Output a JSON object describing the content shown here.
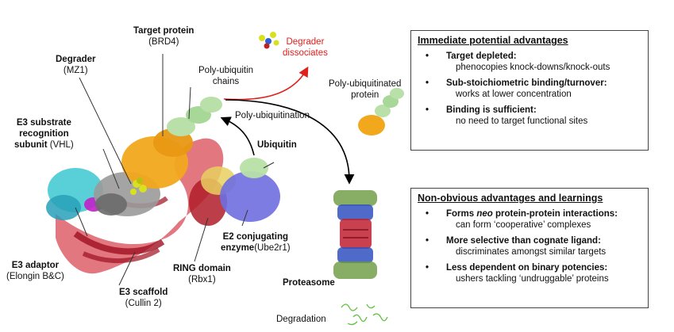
{
  "labels": {
    "target": {
      "bold": "Target protein",
      "sub": "(BRD4)"
    },
    "degrader": {
      "bold": "Degrader",
      "sub": "(MZ1)"
    },
    "e3_substrate": {
      "l1": "E3 substrate",
      "l2": "recognition",
      "l3": "subunit",
      "paren": "(VHL)"
    },
    "poly_chains": {
      "l1": "Poly-ubiquitin",
      "l2": "chains"
    },
    "degrader_dissociates": {
      "l1": "Degrader",
      "l2": "dissociates"
    },
    "poly_ubiquitinated": {
      "l1": "Poly-ubiquitinated",
      "l2": "protein"
    },
    "polyubiquitination": "Poly-ubiquitination",
    "ubiquitin": "Ubiquitin",
    "e3_adaptor": {
      "bold": "E3 adaptor",
      "sub": "(Elongin B&C)"
    },
    "e3_scaffold": {
      "bold": "E3 scaffold",
      "sub": "(Cullin 2)"
    },
    "ring_domain": {
      "bold": "RING domain",
      "sub": "(Rbx1)"
    },
    "e2": {
      "l1": "E2 conjugating",
      "l2": "enzyme",
      "paren": "(Ube2r1)"
    },
    "proteasome": "Proteasome",
    "degradation": "Degradation"
  },
  "box_immediate": {
    "title": "Immediate potential advantages",
    "items": [
      {
        "head": "Target depleted:",
        "detail": "phenocopies knock-downs/knock-outs"
      },
      {
        "head": "Sub-stoichiometric binding/turnover:",
        "detail": "works at lower concentration"
      },
      {
        "head": "Binding is sufficient:",
        "detail": "no need to target functional sites"
      }
    ]
  },
  "box_nonobvious": {
    "title": "Non-obvious advantages and learnings",
    "items": [
      {
        "head_pre": "Forms ",
        "head_em": "neo",
        "head_post": " protein-protein interactions:",
        "detail": "can form ‘cooperative’ complexes"
      },
      {
        "head": "More selective than cognate ligand:",
        "detail": "discriminates amongst similar targets"
      },
      {
        "head": "Less dependent on binary potencies:",
        "detail": "ushers tackling ‘undruggable’ proteins"
      }
    ]
  },
  "bullet": "•",
  "colors": {
    "target": "#f2a81c",
    "degrader": "#d8e020",
    "vhl": "#9a9a9a",
    "adaptor": "#3cc8d0",
    "scaffold": "#c8303c",
    "ring": "#b01c28",
    "e2": "#6e6ee0",
    "ubiquitin": "#b8e0a8",
    "magenta": "#c020c8",
    "arrow_red": "#e0201c",
    "arrow_black": "#000000"
  }
}
